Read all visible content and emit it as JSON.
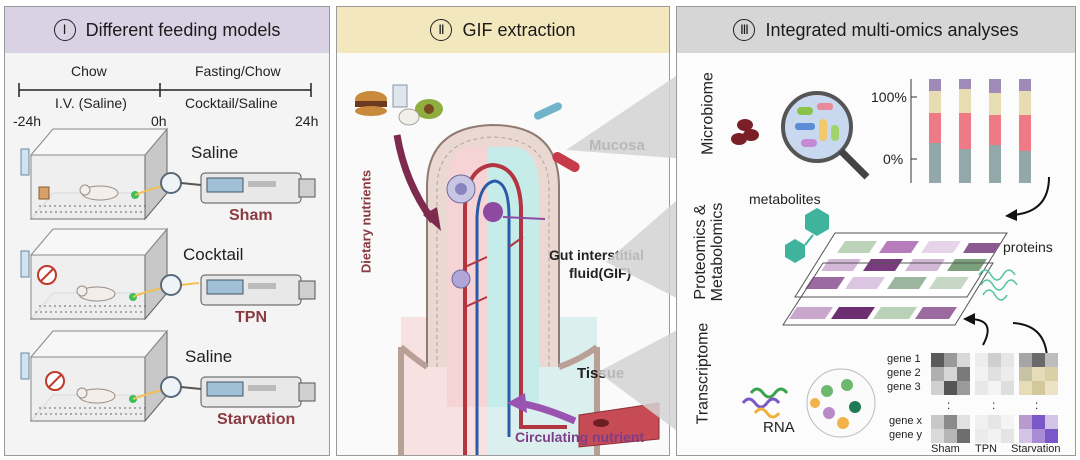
{
  "panel1": {
    "numeral": "Ⅰ",
    "title": "Different feeding models",
    "timeline": {
      "top_left": "Chow",
      "top_right": "Fasting/Chow",
      "mid_left": "I.V. (Saline)",
      "mid_right": "Cocktail/Saline",
      "tick_start": "-24h",
      "tick_mid": "0h",
      "tick_end": "24h"
    },
    "groups": [
      {
        "infusion": "Saline",
        "name": "Sham"
      },
      {
        "infusion": "Cocktail",
        "name": "TPN"
      },
      {
        "infusion": "Saline",
        "name": "Starvation"
      }
    ]
  },
  "panel2": {
    "numeral": "Ⅱ",
    "title": "GIF extraction",
    "dietary": "Dietary nutrients",
    "mucosa": "Mucosa",
    "gif_line1": "Gut interstitial",
    "gif_line2": "fluid(GIF)",
    "tissue": "Tissue",
    "circulating": "Circulating nutrient"
  },
  "panel3": {
    "numeral": "Ⅲ",
    "title": "Integrated multi-omics analyses",
    "microbiome": "Microbiome",
    "proteo_line1": "Proteomics &",
    "proteo_line2": "Metabolomics",
    "transcriptome": "Transcriptome",
    "tick_100": "100%",
    "tick_0": "0%",
    "metabolites": "metabolites",
    "proteins": "proteins",
    "rna": "RNA",
    "genes": [
      "gene 1",
      "gene 2",
      "gene 3",
      "gene x",
      "gene y"
    ],
    "columns": [
      "Sham",
      "TPN",
      "Starvation"
    ],
    "dots": ":"
  },
  "colors": {
    "maroon": "#8a3a40",
    "purple": "#7e3d88",
    "header1": "#d9d2e4",
    "header2": "#f3e7bd",
    "header3": "#d6d6d6"
  }
}
